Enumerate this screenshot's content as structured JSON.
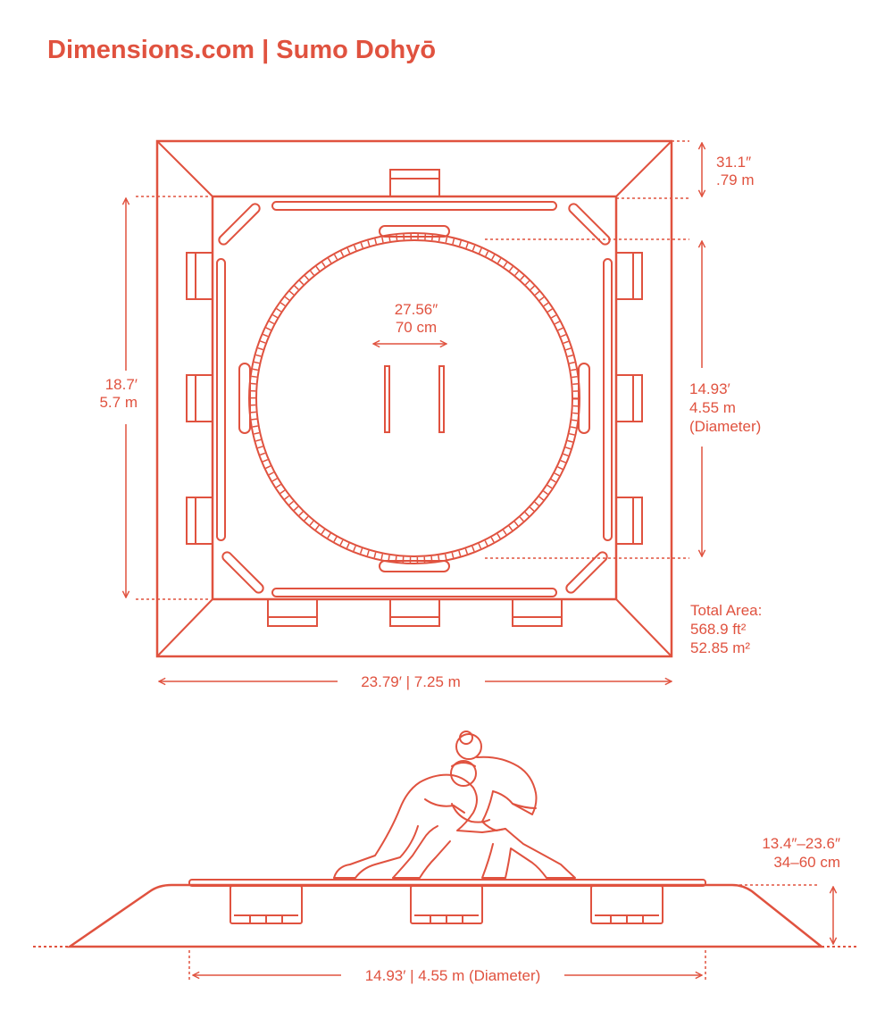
{
  "header": {
    "title": "Dimensions.com | Sumo Dohyō"
  },
  "colors": {
    "accent": "#e0523f",
    "background": "#ffffff"
  },
  "plan": {
    "border_width": {
      "imperial": "31.1″",
      "metric": ".79 m"
    },
    "inner_square": {
      "imperial": "18.7′",
      "metric": "5.7 m"
    },
    "shikiri_gap": {
      "imperial": "27.56″",
      "metric": "70 cm"
    },
    "ring_diameter": {
      "imperial": "14.93′",
      "metric": "4.55 m",
      "note": "(Diameter)"
    },
    "total_area": {
      "label": "Total Area:",
      "imperial": "568.9 ft²",
      "metric": "52.85 m²"
    },
    "outer_width": {
      "text": "23.79′ | 7.25 m"
    }
  },
  "elevation": {
    "height": {
      "imperial": "13.4″–23.6″",
      "metric": "34–60 cm"
    },
    "ring_diameter": {
      "text": "14.93′ | 4.55 m (Diameter)"
    }
  }
}
